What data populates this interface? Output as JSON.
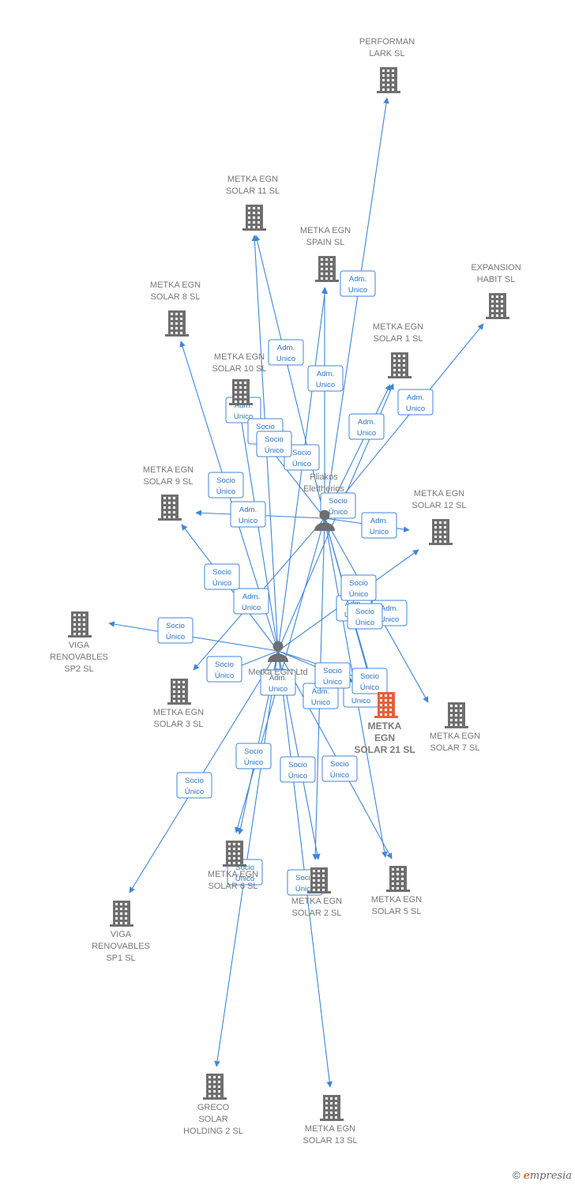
{
  "colors": {
    "edge": "#3f86d8",
    "company": "#6f6f6f",
    "focus_company": "#e6603b",
    "person": "#6f6f6f",
    "label": "#777777",
    "badge_border": "#3f86d8",
    "badge_text": "#2a75c9"
  },
  "nodes": [
    {
      "id": "performan",
      "kind": "company",
      "lines": [
        "PERFORMAN",
        "LARK  SL"
      ]
    },
    {
      "id": "solar11",
      "kind": "company",
      "lines": [
        "METKA EGN",
        "SOLAR 11  SL"
      ]
    },
    {
      "id": "spain",
      "kind": "company",
      "lines": [
        "METKA EGN",
        "SPAIN  SL"
      ]
    },
    {
      "id": "expansion",
      "kind": "company",
      "lines": [
        "EXPANSION",
        "HABIT  SL"
      ]
    },
    {
      "id": "solar8",
      "kind": "company",
      "lines": [
        "METKA EGN",
        "SOLAR 8  SL"
      ]
    },
    {
      "id": "solar1",
      "kind": "company",
      "lines": [
        "METKA EGN",
        "SOLAR 1  SL"
      ]
    },
    {
      "id": "solar10",
      "kind": "company",
      "lines": [
        "METKA EGN",
        "SOLAR 10  SL"
      ]
    },
    {
      "id": "solar9",
      "kind": "company",
      "lines": [
        "METKA EGN",
        "SOLAR 9  SL"
      ]
    },
    {
      "id": "solar12",
      "kind": "company",
      "lines": [
        "METKA EGN",
        "SOLAR 12  SL"
      ]
    },
    {
      "id": "pliakos",
      "kind": "person",
      "lines": [
        "Pliakos",
        "Eleftherios"
      ]
    },
    {
      "id": "viga2",
      "kind": "company",
      "lines": [
        "VIGA",
        "RENOVABLES",
        "SP2  SL"
      ]
    },
    {
      "id": "metka_ltd",
      "kind": "person",
      "lines": [
        "Metka EGN Ltd"
      ]
    },
    {
      "id": "solar3",
      "kind": "company",
      "lines": [
        "METKA EGN",
        "SOLAR 3  SL"
      ]
    },
    {
      "id": "solar21",
      "kind": "focus",
      "lines": [
        "METKA",
        "EGN",
        "SOLAR 21  SL"
      ]
    },
    {
      "id": "solar7",
      "kind": "company",
      "lines": [
        "METKA EGN",
        "SOLAR 7  SL"
      ]
    },
    {
      "id": "solar6",
      "kind": "company",
      "lines": [
        "METKA EGN",
        "SOLAR 6  SL"
      ]
    },
    {
      "id": "solar2",
      "kind": "company",
      "lines": [
        "METKA EGN",
        "SOLAR 2  SL"
      ]
    },
    {
      "id": "solar5",
      "kind": "company",
      "lines": [
        "METKA EGN",
        "SOLAR 5  SL"
      ]
    },
    {
      "id": "viga1",
      "kind": "company",
      "lines": [
        "VIGA",
        "RENOVABLES",
        "SP1  SL"
      ]
    },
    {
      "id": "greco",
      "kind": "company",
      "lines": [
        "GRECO",
        "SOLAR",
        "HOLDING 2  SL"
      ]
    },
    {
      "id": "solar13",
      "kind": "company",
      "lines": [
        "METKA EGN",
        "SOLAR 13  SL"
      ]
    }
  ],
  "edges": [
    {
      "from": "pliakos",
      "to": "performan",
      "label": [
        "Adm.",
        "Unico"
      ]
    },
    {
      "from": "pliakos",
      "to": "spain",
      "label": [
        "Adm.",
        "Unico"
      ]
    },
    {
      "from": "pliakos",
      "to": "solar11",
      "label": [
        "Adm.",
        "Unico"
      ]
    },
    {
      "from": "pliakos",
      "to": "expansion",
      "label": [
        "Adm.",
        "Unico"
      ]
    },
    {
      "from": "pliakos",
      "to": "solar1",
      "label": [
        "Adm.",
        "Unico"
      ]
    },
    {
      "from": "pliakos",
      "to": "solar12",
      "label": [
        "Adm.",
        "Unico"
      ]
    },
    {
      "from": "pliakos",
      "to": "solar7",
      "label": [
        "Adm.",
        "Unico"
      ]
    },
    {
      "from": "pliakos",
      "to": "solar9",
      "label": [
        "Adm.",
        "Unico"
      ]
    },
    {
      "from": "pliakos",
      "to": "solar3",
      "label": [
        "Adm.",
        "Unico"
      ]
    },
    {
      "from": "pliakos",
      "to": "solar21",
      "label": [
        "Adm.",
        "Unico"
      ]
    },
    {
      "from": "pliakos",
      "to": "solar2",
      "label": [
        "Adm.",
        "Unico"
      ]
    },
    {
      "from": "pliakos",
      "to": "solar5",
      "label": [
        "Adm.",
        "Unico"
      ]
    },
    {
      "from": "pliakos",
      "to": "solar6",
      "label": [
        "Adm.",
        "Unico"
      ]
    },
    {
      "from": "pliakos",
      "to": "solar10",
      "label": [
        "Adm.",
        "Unico"
      ]
    },
    {
      "from": "metka_ltd",
      "to": "solar11",
      "label": [
        "Socio",
        "Único"
      ]
    },
    {
      "from": "metka_ltd",
      "to": "spain",
      "label": [
        "Socio",
        "Único"
      ]
    },
    {
      "from": "metka_ltd",
      "to": "solar1",
      "label": [
        "Socio",
        "Único"
      ]
    },
    {
      "from": "metka_ltd",
      "to": "solar8",
      "label": [
        "Socio",
        "Único"
      ]
    },
    {
      "from": "metka_ltd",
      "to": "solar10",
      "label": [
        "Socio",
        "Único"
      ]
    },
    {
      "from": "metka_ltd",
      "to": "solar9",
      "label": [
        "Socio",
        "Único"
      ]
    },
    {
      "from": "metka_ltd",
      "to": "solar12",
      "label": [
        "Socio",
        "Único"
      ]
    },
    {
      "from": "metka_ltd",
      "to": "viga2",
      "label": [
        "Socio",
        "Único"
      ]
    },
    {
      "from": "metka_ltd",
      "to": "solar3",
      "label": [
        "Socio",
        "Único"
      ]
    },
    {
      "from": "metka_ltd",
      "to": "solar21",
      "label": [
        "Socio",
        "Único"
      ]
    },
    {
      "from": "metka_ltd",
      "to": "solar7",
      "label": [
        "Socio",
        "Único"
      ]
    },
    {
      "from": "metka_ltd",
      "to": "solar6",
      "label": [
        "Socio",
        "Único"
      ]
    },
    {
      "from": "metka_ltd",
      "to": "solar2",
      "label": [
        "Socio",
        "Único"
      ]
    },
    {
      "from": "metka_ltd",
      "to": "solar5",
      "label": [
        "Socio",
        "Único"
      ]
    },
    {
      "from": "metka_ltd",
      "to": "viga1",
      "label": [
        "Socio",
        "Único"
      ]
    },
    {
      "from": "metka_ltd",
      "to": "greco",
      "label": [
        "Socio",
        "Único"
      ]
    },
    {
      "from": "metka_ltd",
      "to": "solar13",
      "label": [
        "Socio",
        "Único"
      ]
    },
    {
      "from": "pliakos",
      "to": "solar21",
      "label": [
        "Socio",
        "Único"
      ]
    }
  ],
  "footer": {
    "copyright": "©",
    "brand_first": "e",
    "brand_rest": "mpresia"
  }
}
